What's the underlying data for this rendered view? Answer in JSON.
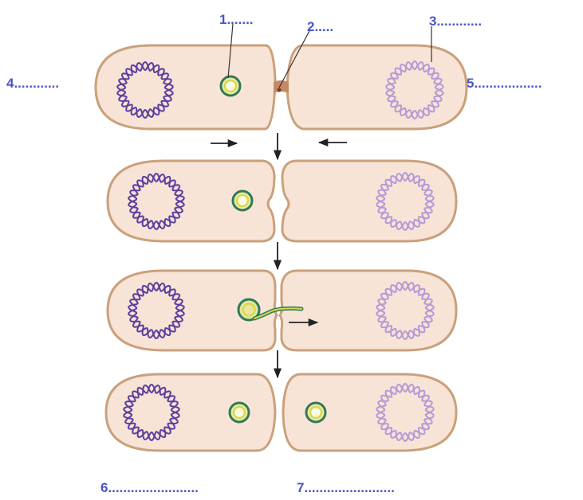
{
  "colors": {
    "cell_fill": "#f8e4d6",
    "cell_outline": "#c9a17c",
    "chromosome_donor": "#5b3f9e",
    "chromosome_recipient": "#b49ad6",
    "plasmid_outer": "#2f7a58",
    "plasmid_inner": "#d7da4a",
    "pilus": "#c48a66",
    "arrow": "#222222",
    "label": "#4a55c4"
  },
  "labels": {
    "l1": "1.......",
    "l2": "2.....",
    "l3": "3............",
    "l4": "4............",
    "l5": "5..................",
    "l6": "6........................",
    "l7": "7........................"
  }
}
